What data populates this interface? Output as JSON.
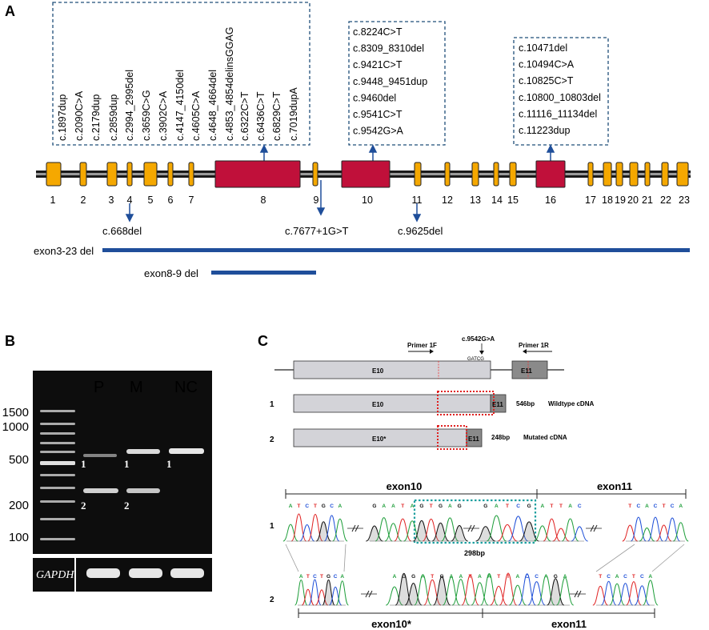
{
  "panels": {
    "a": "A",
    "b": "B",
    "c": "C"
  },
  "a": {
    "box1": [
      "c.1897dup",
      "c.2090C>A",
      "c.2179dup",
      "c.2859dup",
      "c.2994_2995del",
      "c.3659C>G",
      "c.3902C>A",
      "c.4147_4150del",
      "c.4605C>A",
      "c.4648_4664del",
      "c.4853_4854delinsGGAG",
      "c.6322C>T",
      "c.6436C>T",
      "c.6829C>T",
      "c.7019dupA"
    ],
    "box2": [
      "c.8224C>T",
      "c.8309_8310del",
      "c.9421C>T",
      "c.9448_9451dup",
      "c.9460del",
      "c.9541C>T",
      "c.9542G>A"
    ],
    "box3": [
      "c.10471del",
      "c.10494C>A",
      "c.10825C>T",
      "c.10800_10803del",
      "c.11116_11134del",
      "c.11223dup"
    ],
    "exon_numbers": [
      "1",
      "2",
      "3",
      "4",
      "5",
      "6",
      "7",
      "8",
      "9",
      "10",
      "11",
      "12",
      "13",
      "14",
      "15",
      "16",
      "17",
      "18",
      "19",
      "20",
      "21",
      "22",
      "23"
    ],
    "below": {
      "ex4": "c.668del",
      "ex9": "c.7677+1G>T",
      "ex11": "c.9625del"
    },
    "deletions": {
      "d1": "exon3-23 del",
      "d2": "exon8-9 del"
    },
    "colors": {
      "exon": "#F5A800",
      "hot": "#C0103A",
      "blue": "#1F4E9A",
      "dash": "#1F4E79"
    }
  },
  "b": {
    "lanes": [
      "P",
      "M",
      "NC"
    ],
    "ladder": [
      "1500",
      "1000",
      "500",
      "200",
      "100"
    ],
    "band1": "1",
    "band2": "2",
    "gapdh": "GAPDH"
  },
  "c": {
    "mut": "c.9542G>A",
    "primer_f": "Primer 1F",
    "primer_r": "Primer 1R",
    "seq": "GATCG",
    "e10": "E10",
    "e11": "E11",
    "e10m": "E10*",
    "row1": "1",
    "row2": "2",
    "size1": "546bp",
    "desc1": "Wildtype cDNA",
    "size2": "248bp",
    "desc2": "Mutated cDNA",
    "exon10": "exon10",
    "exon11": "exon11",
    "exon10m": "exon10*",
    "exon11b": "exon11",
    "bp298": "298bp",
    "s1a": [
      "A",
      "T",
      "C",
      "T",
      "G",
      "C",
      "A"
    ],
    "s1b": [
      "G",
      "A",
      "A",
      "T",
      "A",
      "G",
      "T",
      "G",
      "A",
      "G"
    ],
    "s1c": [
      "G",
      "A",
      "T",
      "C",
      "G"
    ],
    "s1d": [
      "A",
      "T",
      "T",
      "A",
      "C"
    ],
    "s1e": [
      "T",
      "C",
      "A",
      "C",
      "T",
      "C",
      "A"
    ],
    "s2a": [
      "A",
      "T",
      "C",
      "T",
      "G",
      "C",
      "A"
    ],
    "s2b": [
      "A",
      "G",
      "G",
      "A",
      "T",
      "G",
      "A",
      "A",
      "T",
      "A",
      "A",
      "T",
      "T",
      "A",
      "C",
      "C",
      "A",
      "G",
      "A"
    ],
    "s2c": [
      "T",
      "C",
      "A",
      "C",
      "T",
      "C",
      "A"
    ]
  }
}
